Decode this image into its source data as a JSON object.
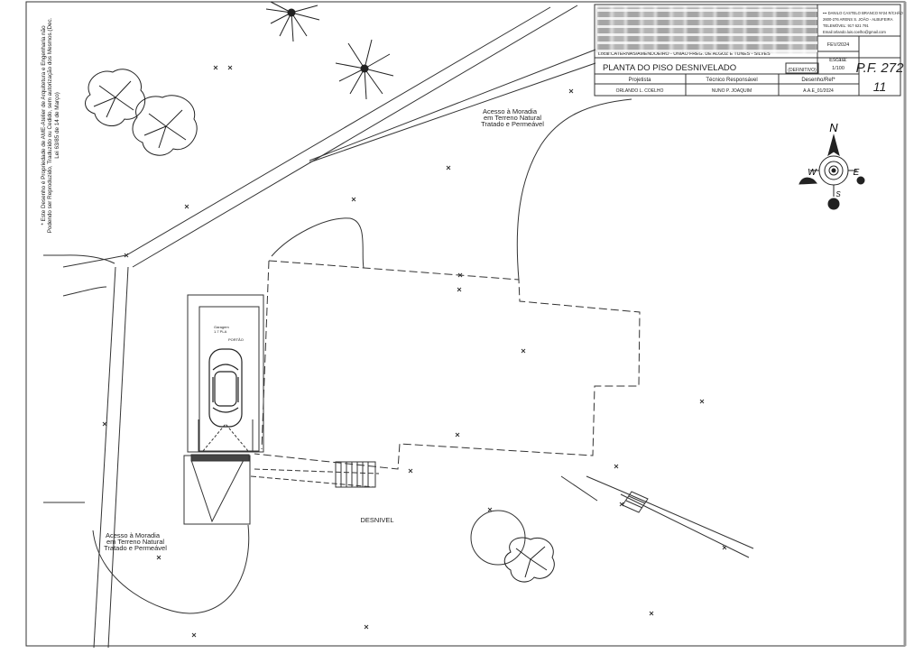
{
  "side_note": "* Este Desenho é Propriedade de AME-Atelier de Arquitetura e Engenharia não Podendo ser Reproduzido, Traduzido ou Cedido, sem autorização dos Mesmos.(Dec. Lei 63/85 de 14 de Março)",
  "title_block": {
    "company_lines": [
      "▪▪▪ DANILO CASTELO BRANCO Nº24 R/CHÃO",
      "2600-276 ARENS S. JOÃO - ALBUFEIRA",
      "TELEMÓVEL: 917 621 791",
      "Email:orlando.luis.coelho@gmail.com"
    ],
    "date": "FEV/2024",
    "scale_label": "Escala:",
    "scale_value": "1/100",
    "local": "Local:CATERNAS/AMENDOEIRO - UNIÃO FREG. DE ALGOZ E TUNES - SILVES",
    "title": "PLANTA DO PISO DESNIVELADO",
    "definitivo": "(DEFINITIVO)",
    "sheet_code": "P.F. 272",
    "sheet_number": "11",
    "headers": [
      "Projetista",
      "Técnico Responsável",
      "Desenho/Ref*"
    ],
    "values": [
      "ORLANDO L. COELHO",
      "NUNO P. JOAQUIM",
      "A.A.E_01/2024"
    ]
  },
  "north_arrow": {
    "n": "N",
    "w": "W",
    "e": "E",
    "s": "S"
  },
  "labels": {
    "access_top": [
      "Acesso à Moradia",
      "em Terreno Natural",
      "Tratado e Permeável"
    ],
    "access_bottom": [
      "Acesso à Moradia",
      "em Terreno Natural",
      "Tratado e Permeável"
    ],
    "garage_a": "Garagem",
    "garage_b": "1.7 PLA",
    "gate": "PORTÃO",
    "desnivel": "DESNIVEL"
  }
}
